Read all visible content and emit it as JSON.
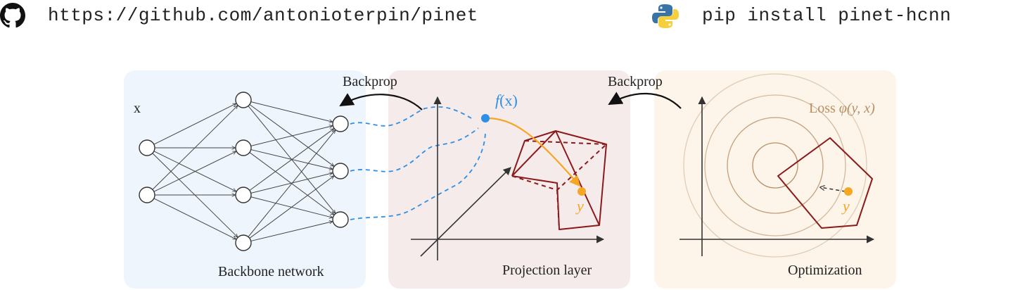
{
  "header": {
    "repo_url": "https://github.com/antonioterpin/pinet",
    "repo_icon": "github-icon",
    "install_command": "pip install pinet-hcnn",
    "install_icon": "python-icon"
  },
  "panels": {
    "backbone": {
      "label": "Backbone network",
      "input_label": "x",
      "fill": "#eef5fc"
    },
    "projection": {
      "label": "Projection layer",
      "output_label_fn": "f",
      "output_label_arg": "x",
      "projected_label": "y",
      "fill": "#f6ebeb"
    },
    "optimization": {
      "label": "Optimization",
      "loss_label": "Loss",
      "loss_fn": "φ",
      "loss_args": "(y, x)",
      "point_label": "y",
      "fill": "#fdf4ea"
    }
  },
  "arrows": {
    "backprop_left": "Backprop",
    "backprop_right": "Backprop"
  },
  "colors": {
    "polytope": "#8b1a1a",
    "point": "#f5a623",
    "network_output": "#2e8fe6",
    "contour": "#b89066",
    "axis": "#333333"
  }
}
